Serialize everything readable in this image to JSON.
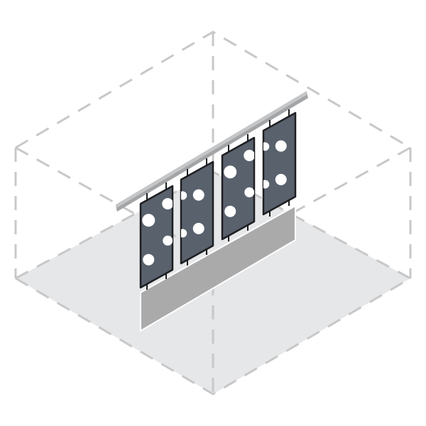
{
  "illustration": {
    "subject": "curtain-panels-on-rail",
    "panel_count": 4,
    "dots_per_panel": 4
  },
  "colors": {
    "background": "#ffffff",
    "floor": "#e6e7e9",
    "wireframe": "#c8c8c8",
    "rail": "#a2a4a6",
    "rail_top": "#c4c6c8",
    "panel_fill": "#59616d",
    "panel_border": "#1e1f22",
    "dot": "#ffffff",
    "shadow": "#aaaaaa"
  }
}
